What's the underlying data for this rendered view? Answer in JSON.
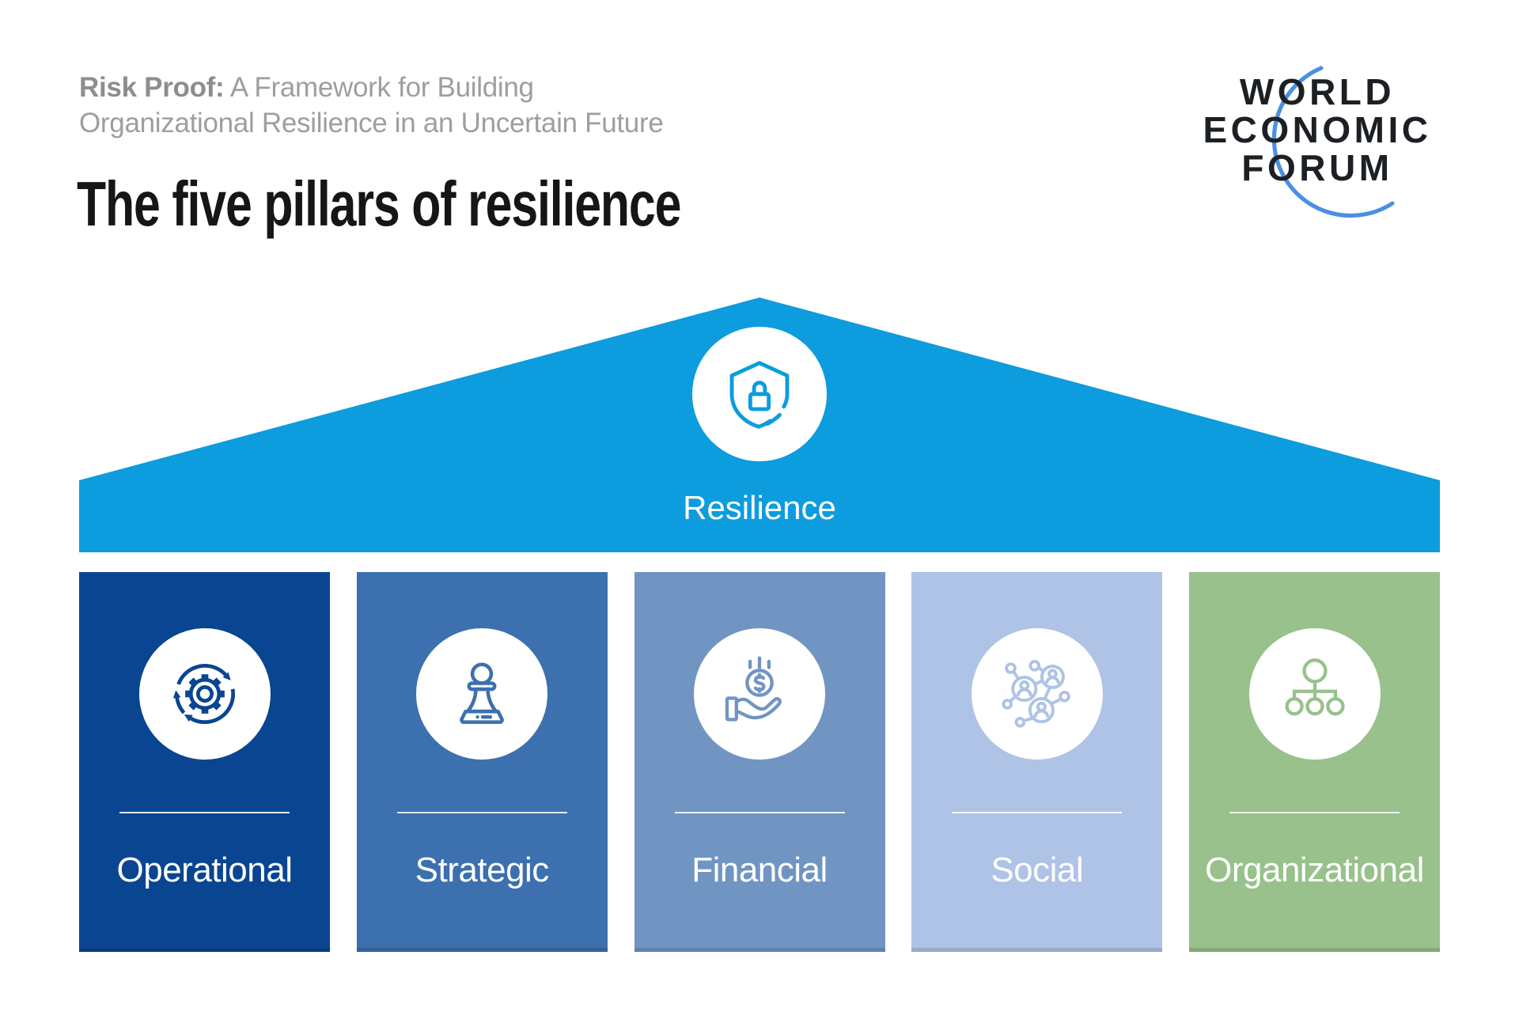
{
  "header": {
    "kicker_bold": "Risk Proof:",
    "kicker_line1_rest": " A Framework for Building",
    "kicker_line2": "Organizational Resilience in an Uncertain Future",
    "title": "The five pillars of resilience"
  },
  "logo": {
    "lines": [
      "WORLD",
      "ECONOMIC",
      "FORUM"
    ],
    "text_color": "#1c2024",
    "arc_color": "#4a90e2"
  },
  "roof": {
    "label": "Resilience",
    "color": "#0d9cdd",
    "icon": "shield-lock-icon",
    "icon_color": "#0d9cdd"
  },
  "pillars": [
    {
      "label": "Operational",
      "color": "#0a4591",
      "icon": "gear-cycle-icon"
    },
    {
      "label": "Strategic",
      "color": "#3c70ae",
      "icon": "chess-pawn-icon"
    },
    {
      "label": "Financial",
      "color": "#7195c3",
      "icon": "coin-hand-icon"
    },
    {
      "label": "Social",
      "color": "#aec3e5",
      "icon": "people-network-icon"
    },
    {
      "label": "Organizational",
      "color": "#98c18c",
      "icon": "org-chart-icon"
    }
  ]
}
